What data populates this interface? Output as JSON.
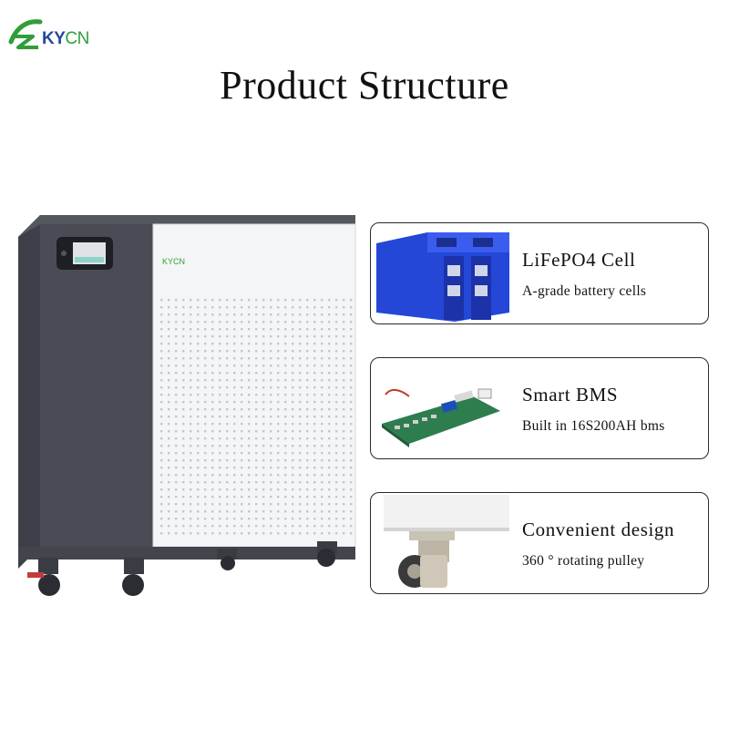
{
  "brand": {
    "prefix": "Z",
    "ky": "KY",
    "cn": "CN",
    "full": "ZKYCN"
  },
  "title": "Product Structure",
  "product": {
    "badge": "KYCN"
  },
  "features": [
    {
      "title": "LiFePO4 Cell",
      "subtitle": "A-grade battery cells",
      "icon": "battery-cell-image"
    },
    {
      "title": "Smart BMS",
      "subtitle": "Built in 16S200AH bms",
      "icon": "circuit-board-image"
    },
    {
      "title": "Convenient design",
      "subtitle": "360 ° rotating pulley",
      "icon": "caster-wheel-image"
    }
  ],
  "colors": {
    "cabinet_dark": "#4a4c55",
    "panel_white": "#f4f5f6",
    "cell_blue": "#2447d8",
    "pcb_green": "#2e7d4f",
    "brand_green": "#2f9e3a",
    "brand_blue": "#234a9a"
  }
}
